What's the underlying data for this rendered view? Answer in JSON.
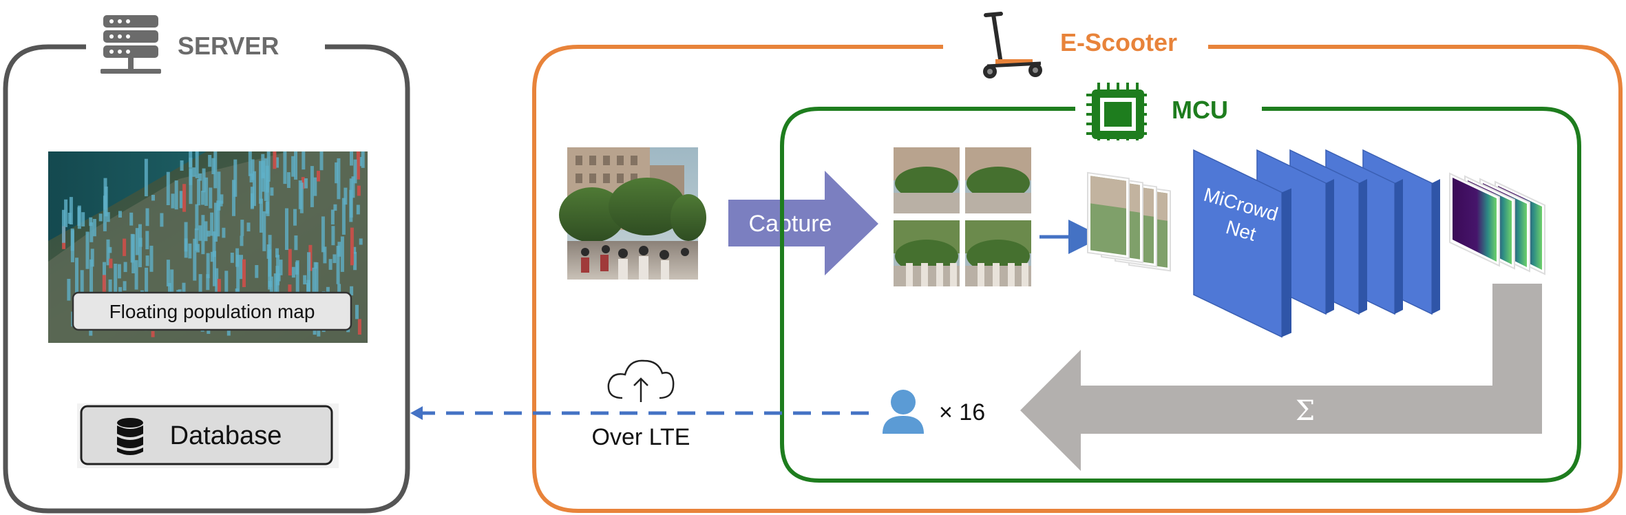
{
  "server": {
    "title": "SERVER",
    "map_label": "Floating population map",
    "database_label": "Database"
  },
  "scooter": {
    "title": "E-Scooter"
  },
  "mcu": {
    "title": "MCU",
    "network_label_line1": "MiCrowd",
    "network_label_line2": "Net",
    "sum_symbol": "Σ",
    "count_label": "× 16"
  },
  "flow": {
    "capture_label": "Capture",
    "uplink_label": "Over LTE"
  },
  "colors": {
    "server": "#555555",
    "scooter": "#e8833a",
    "mcu": "#1e7d1e",
    "arrow_blue": "#4472c4",
    "capture_arrow": "#7b7fc0",
    "sum_arrow": "#b3b0ae",
    "cnn_block": "#4f78d6",
    "person_icon": "#5b9bd5"
  },
  "icons": [
    "server-rack-icon",
    "scooter-icon",
    "chip-icon",
    "cloud-upload-icon",
    "person-icon",
    "database-icon"
  ]
}
